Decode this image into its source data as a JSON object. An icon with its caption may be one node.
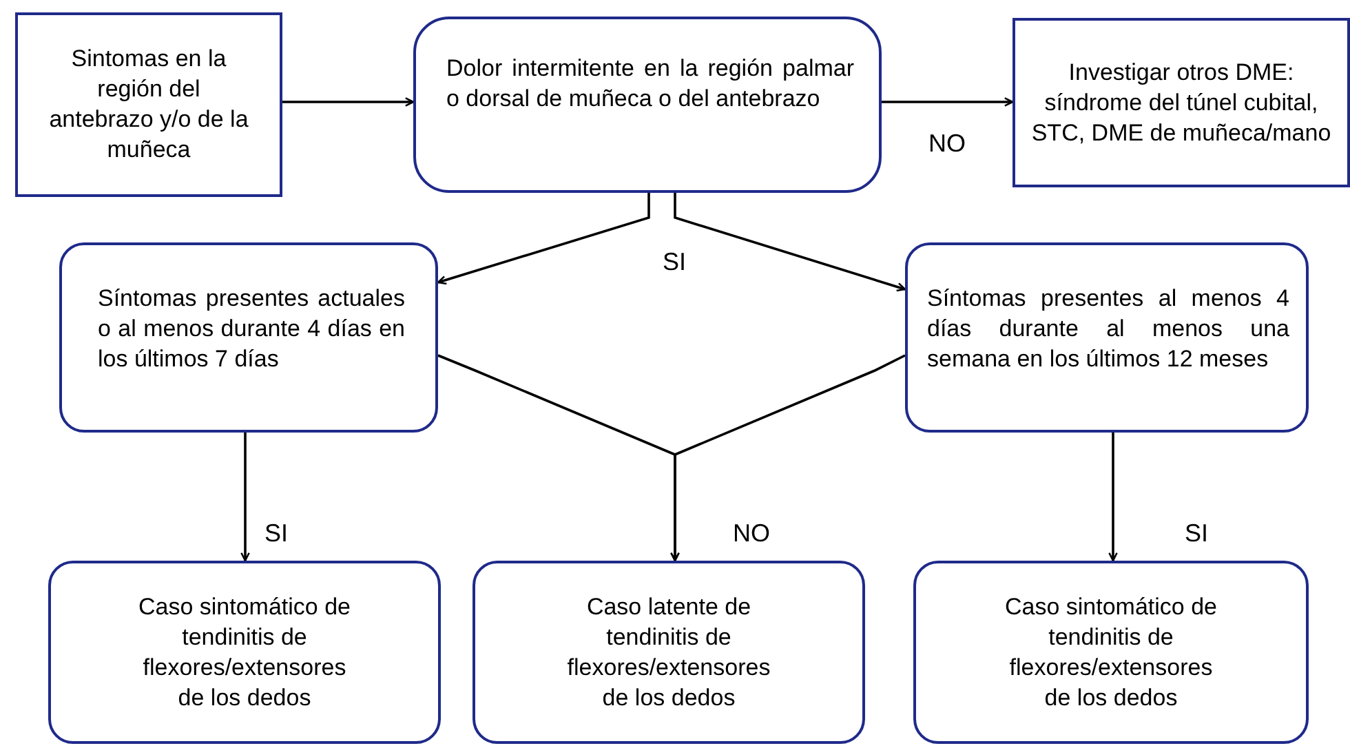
{
  "diagram": {
    "nodes": [
      {
        "text": [
          "Sintomas en la región del antebrazo y/o de la muñeca"
        ]
      },
      {
        "text": [
          "Dolor intermitente en la región palmar o dorsal de muñeca o del antebrazo"
        ]
      },
      {
        "text": [
          "Investigar otros DME: síndrome del túnel cubital, STC, DME de muñeca/mano"
        ]
      },
      {
        "text": [
          "Síntomas presentes actuales o al menos durante 4 días en los últimos 7 días"
        ]
      },
      {
        "text": [
          "Síntomas presentes al menos 4 días durante al menos una semana en los últimos 12 meses"
        ]
      },
      {
        "text": [
          "Caso sintomático de tendinitis de flexores/extensores de los dedos"
        ]
      },
      {
        "text": [
          "Caso latente de tendinitis de flexores/extensores de los dedos"
        ]
      },
      {
        "text": [
          "Caso sintomático de tendinitis de flexores/extensores de los dedos"
        ]
      }
    ],
    "edges": [
      {
        "from": 0,
        "to": 1,
        "arrow": "to"
      },
      {
        "from": 1,
        "to": 2,
        "arrow": "to",
        "label": "NO"
      },
      {
        "from": 1,
        "to": 3,
        "arrow": "to",
        "label": "SI"
      },
      {
        "from": 1,
        "to": 4,
        "arrow": "to"
      },
      {
        "from": 3,
        "to": 5,
        "arrow": "to",
        "label": "SI"
      },
      {
        "from": 3,
        "to": 6,
        "arrow": "to",
        "label": "NO"
      },
      {
        "from": 4,
        "to": 6,
        "arrow": "to"
      },
      {
        "from": 4,
        "to": 7,
        "arrow": "to",
        "label": "SI"
      }
    ]
  }
}
